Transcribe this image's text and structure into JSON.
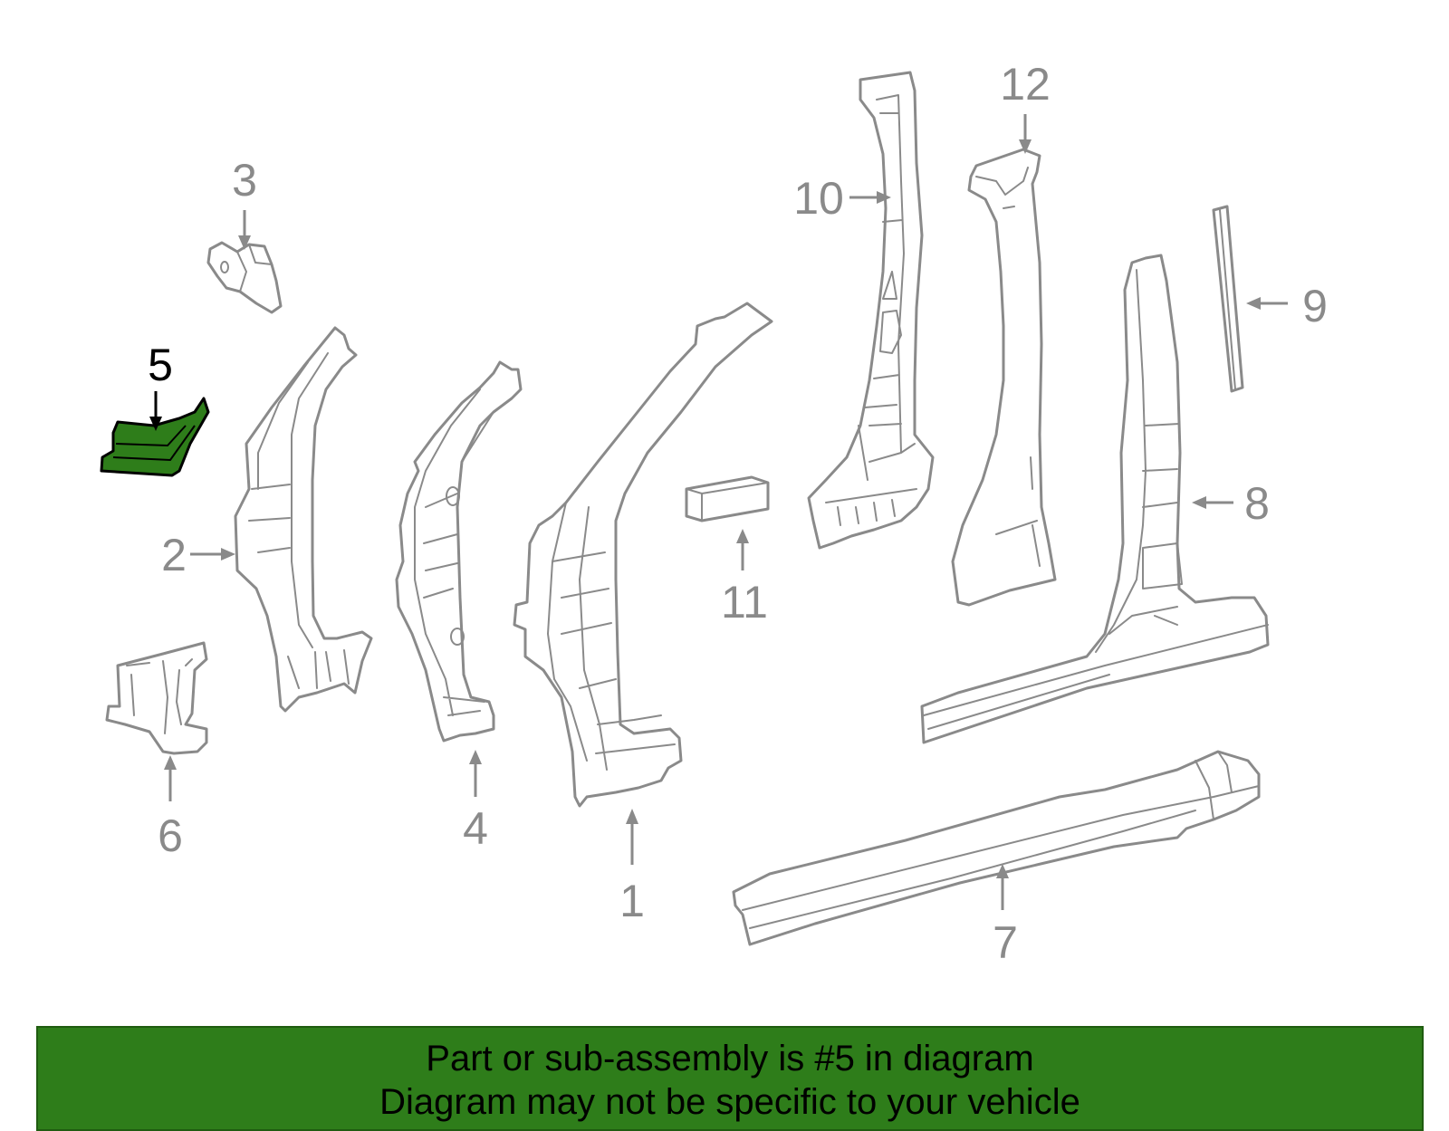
{
  "highlight_color": "#2e7d1a",
  "callouts": {
    "c1": "1",
    "c2": "2",
    "c3": "3",
    "c4": "4",
    "c5": "5",
    "c6": "6",
    "c7": "7",
    "c8": "8",
    "c9": "9",
    "c10": "10",
    "c11": "11",
    "c12": "12"
  },
  "highlighted_part": "5",
  "banner": {
    "line1": "Part or sub-assembly is #5 in diagram",
    "line2": "Diagram may not be specific to your vehicle"
  }
}
